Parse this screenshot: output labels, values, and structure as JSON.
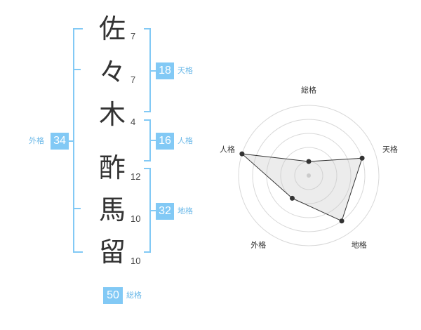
{
  "name": {
    "chars": [
      {
        "char": "佐",
        "strokes": "7"
      },
      {
        "char": "々",
        "strokes": "7"
      },
      {
        "char": "木",
        "strokes": "4"
      },
      {
        "char": "酢",
        "strokes": "12"
      },
      {
        "char": "馬",
        "strokes": "10"
      },
      {
        "char": "留",
        "strokes": "10"
      }
    ]
  },
  "fortune": {
    "tenkaku": {
      "value": "18",
      "label": "天格"
    },
    "jinkaku": {
      "value": "16",
      "label": "人格"
    },
    "chikaku": {
      "value": "32",
      "label": "地格"
    },
    "gaikaku": {
      "value": "34",
      "label": "外格"
    },
    "soukaku": {
      "value": "50",
      "label": "総格"
    }
  },
  "colors": {
    "accent": "#82c9f5",
    "bracket": "#82c9f5",
    "label": "#6ab8e8"
  },
  "chart_data": {
    "type": "radar",
    "axes": [
      "総格",
      "天格",
      "地格",
      "外格",
      "人格"
    ],
    "values": [
      1,
      4,
      4,
      2,
      5
    ],
    "range": [
      0,
      5
    ],
    "grid": true
  }
}
